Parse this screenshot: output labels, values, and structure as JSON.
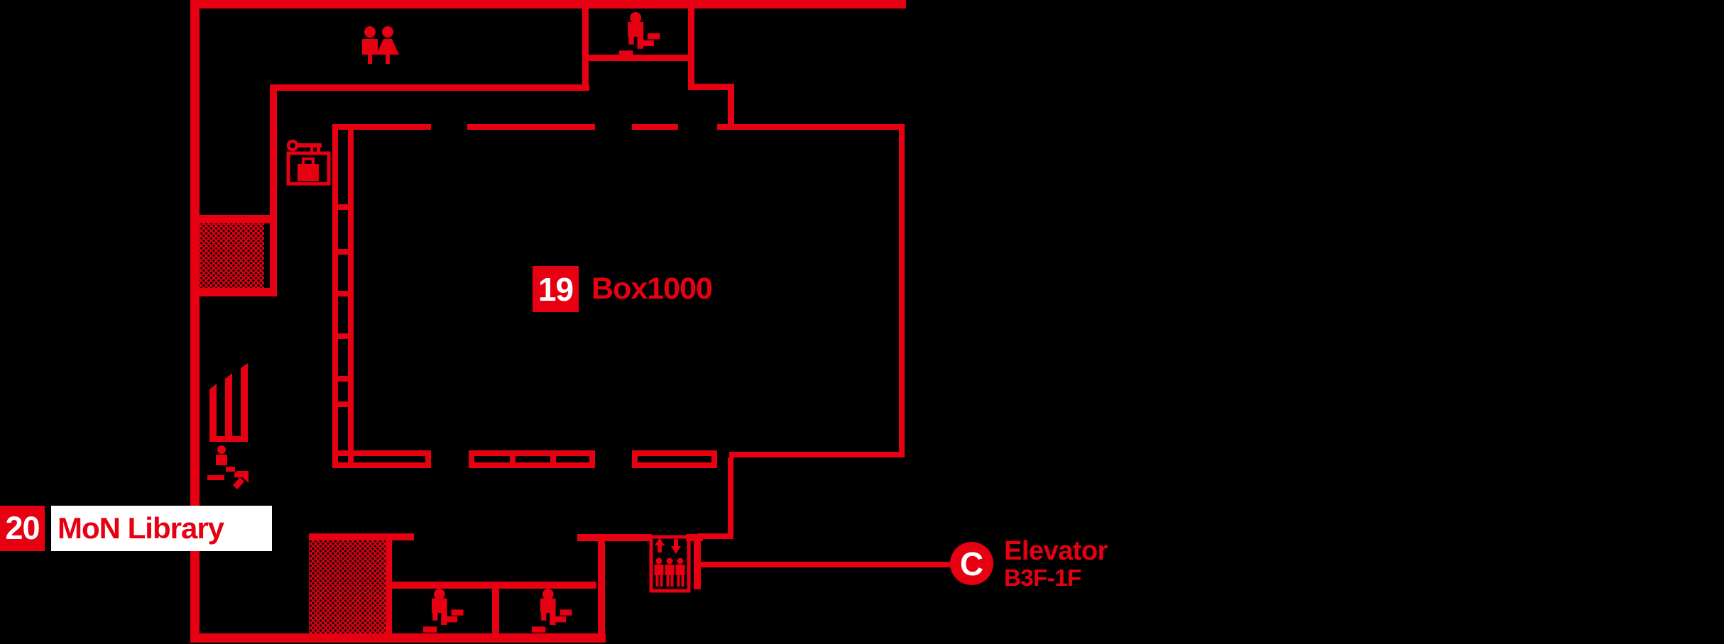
{
  "colors": {
    "map_red": "#e60012",
    "background": "#000000",
    "badge_text": "#ffffff",
    "library_bar_bg": "#ffffff"
  },
  "rooms": {
    "box1000": {
      "number": "19",
      "name": "Box1000"
    },
    "mon_library": {
      "number": "20",
      "name": "MoN Library"
    }
  },
  "callout": {
    "marker": "C",
    "title": "Elevator",
    "floors": "B3F-1F"
  },
  "icons": {
    "restroom": "men-women-restroom-icon",
    "stairs_top": "stairs-icon",
    "stairs_bottom_left": "stairs-icon",
    "stairs_bottom_right": "stairs-icon",
    "escalator": "escalator-up-icon",
    "coin_lockers": "coin-locker-icon",
    "elevator": "elevator-icon"
  }
}
